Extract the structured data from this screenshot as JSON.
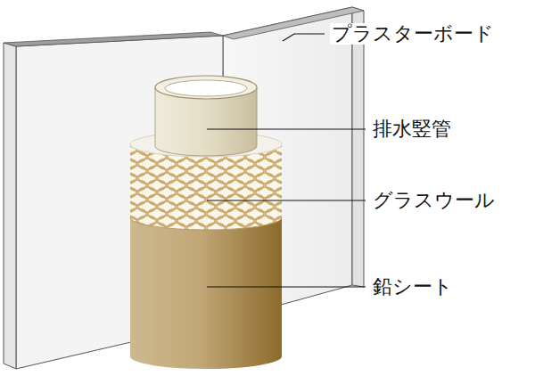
{
  "diagram": {
    "labels": [
      "プラスターボード",
      "排水竪管",
      "グラスウール",
      "鉛シート"
    ]
  }
}
